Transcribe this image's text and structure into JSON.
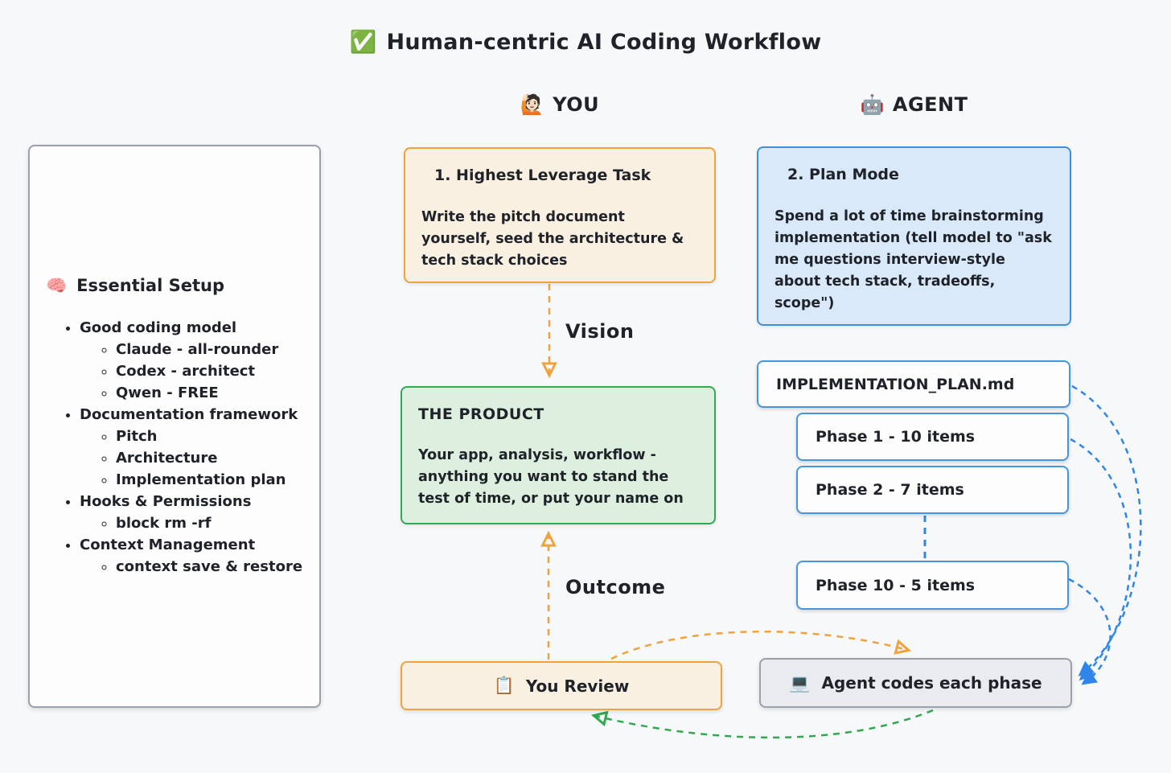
{
  "title": {
    "icon": "✅",
    "text": "Human-centric AI Coding Workflow"
  },
  "columns": {
    "you": {
      "icon": "🙋🏻",
      "label": "YOU"
    },
    "agent": {
      "icon": "🤖",
      "label": "AGENT"
    }
  },
  "sidebar": {
    "icon": "🧠",
    "title": "Essential Setup",
    "items": [
      {
        "label": "Good coding model",
        "children": [
          "Claude - all-rounder",
          "Codex - architect",
          "Qwen - FREE"
        ]
      },
      {
        "label": "Documentation framework",
        "children": [
          "Pitch",
          "Architecture",
          "Implementation plan"
        ]
      },
      {
        "label": "Hooks & Permissions",
        "children": [
          "block rm -rf"
        ]
      },
      {
        "label": "Context Management",
        "children": [
          "context save & restore"
        ]
      }
    ]
  },
  "you_column": {
    "task_box": {
      "title": "1. Highest Leverage Task",
      "body": "Write the pitch document yourself, seed the architecture & tech stack choices"
    },
    "vision_label": "Vision",
    "product_box": {
      "title": "THE PRODUCT",
      "body": "Your app, analysis, workflow - anything you want to stand the test of time, or put your name on"
    },
    "outcome_label": "Outcome",
    "review_box": {
      "icon": "📋",
      "label": "You Review"
    }
  },
  "agent_column": {
    "plan_box": {
      "title": "2. Plan Mode",
      "body": "Spend a lot of time brainstorming implementation (tell model to \"ask me questions interview-style about tech stack, tradeoffs, scope\")"
    },
    "plan_file_box": {
      "label": "IMPLEMENTATION_PLAN.md"
    },
    "phase_boxes": [
      "Phase 1 - 10 items",
      "Phase 2 - 7 items",
      "Phase 10 - 5 items"
    ],
    "codes_box": {
      "icon": "💻",
      "label": "Agent codes each phase"
    }
  },
  "colors": {
    "background": "#f7f8fa",
    "orange_border": "#f0a23c",
    "orange_fill": "#faf0e2",
    "blue_border": "#3d8fdd",
    "blue_fill": "#d9e9f9",
    "green_border": "#35a853",
    "green_fill": "#ddefdf",
    "gray_border": "#9aa1a9",
    "gray_fill": "#e9ebee",
    "arrow_orange": "#f0a23c",
    "arrow_blue": "#2f86e8",
    "arrow_green": "#2fa84f",
    "text": "#1f2329"
  }
}
